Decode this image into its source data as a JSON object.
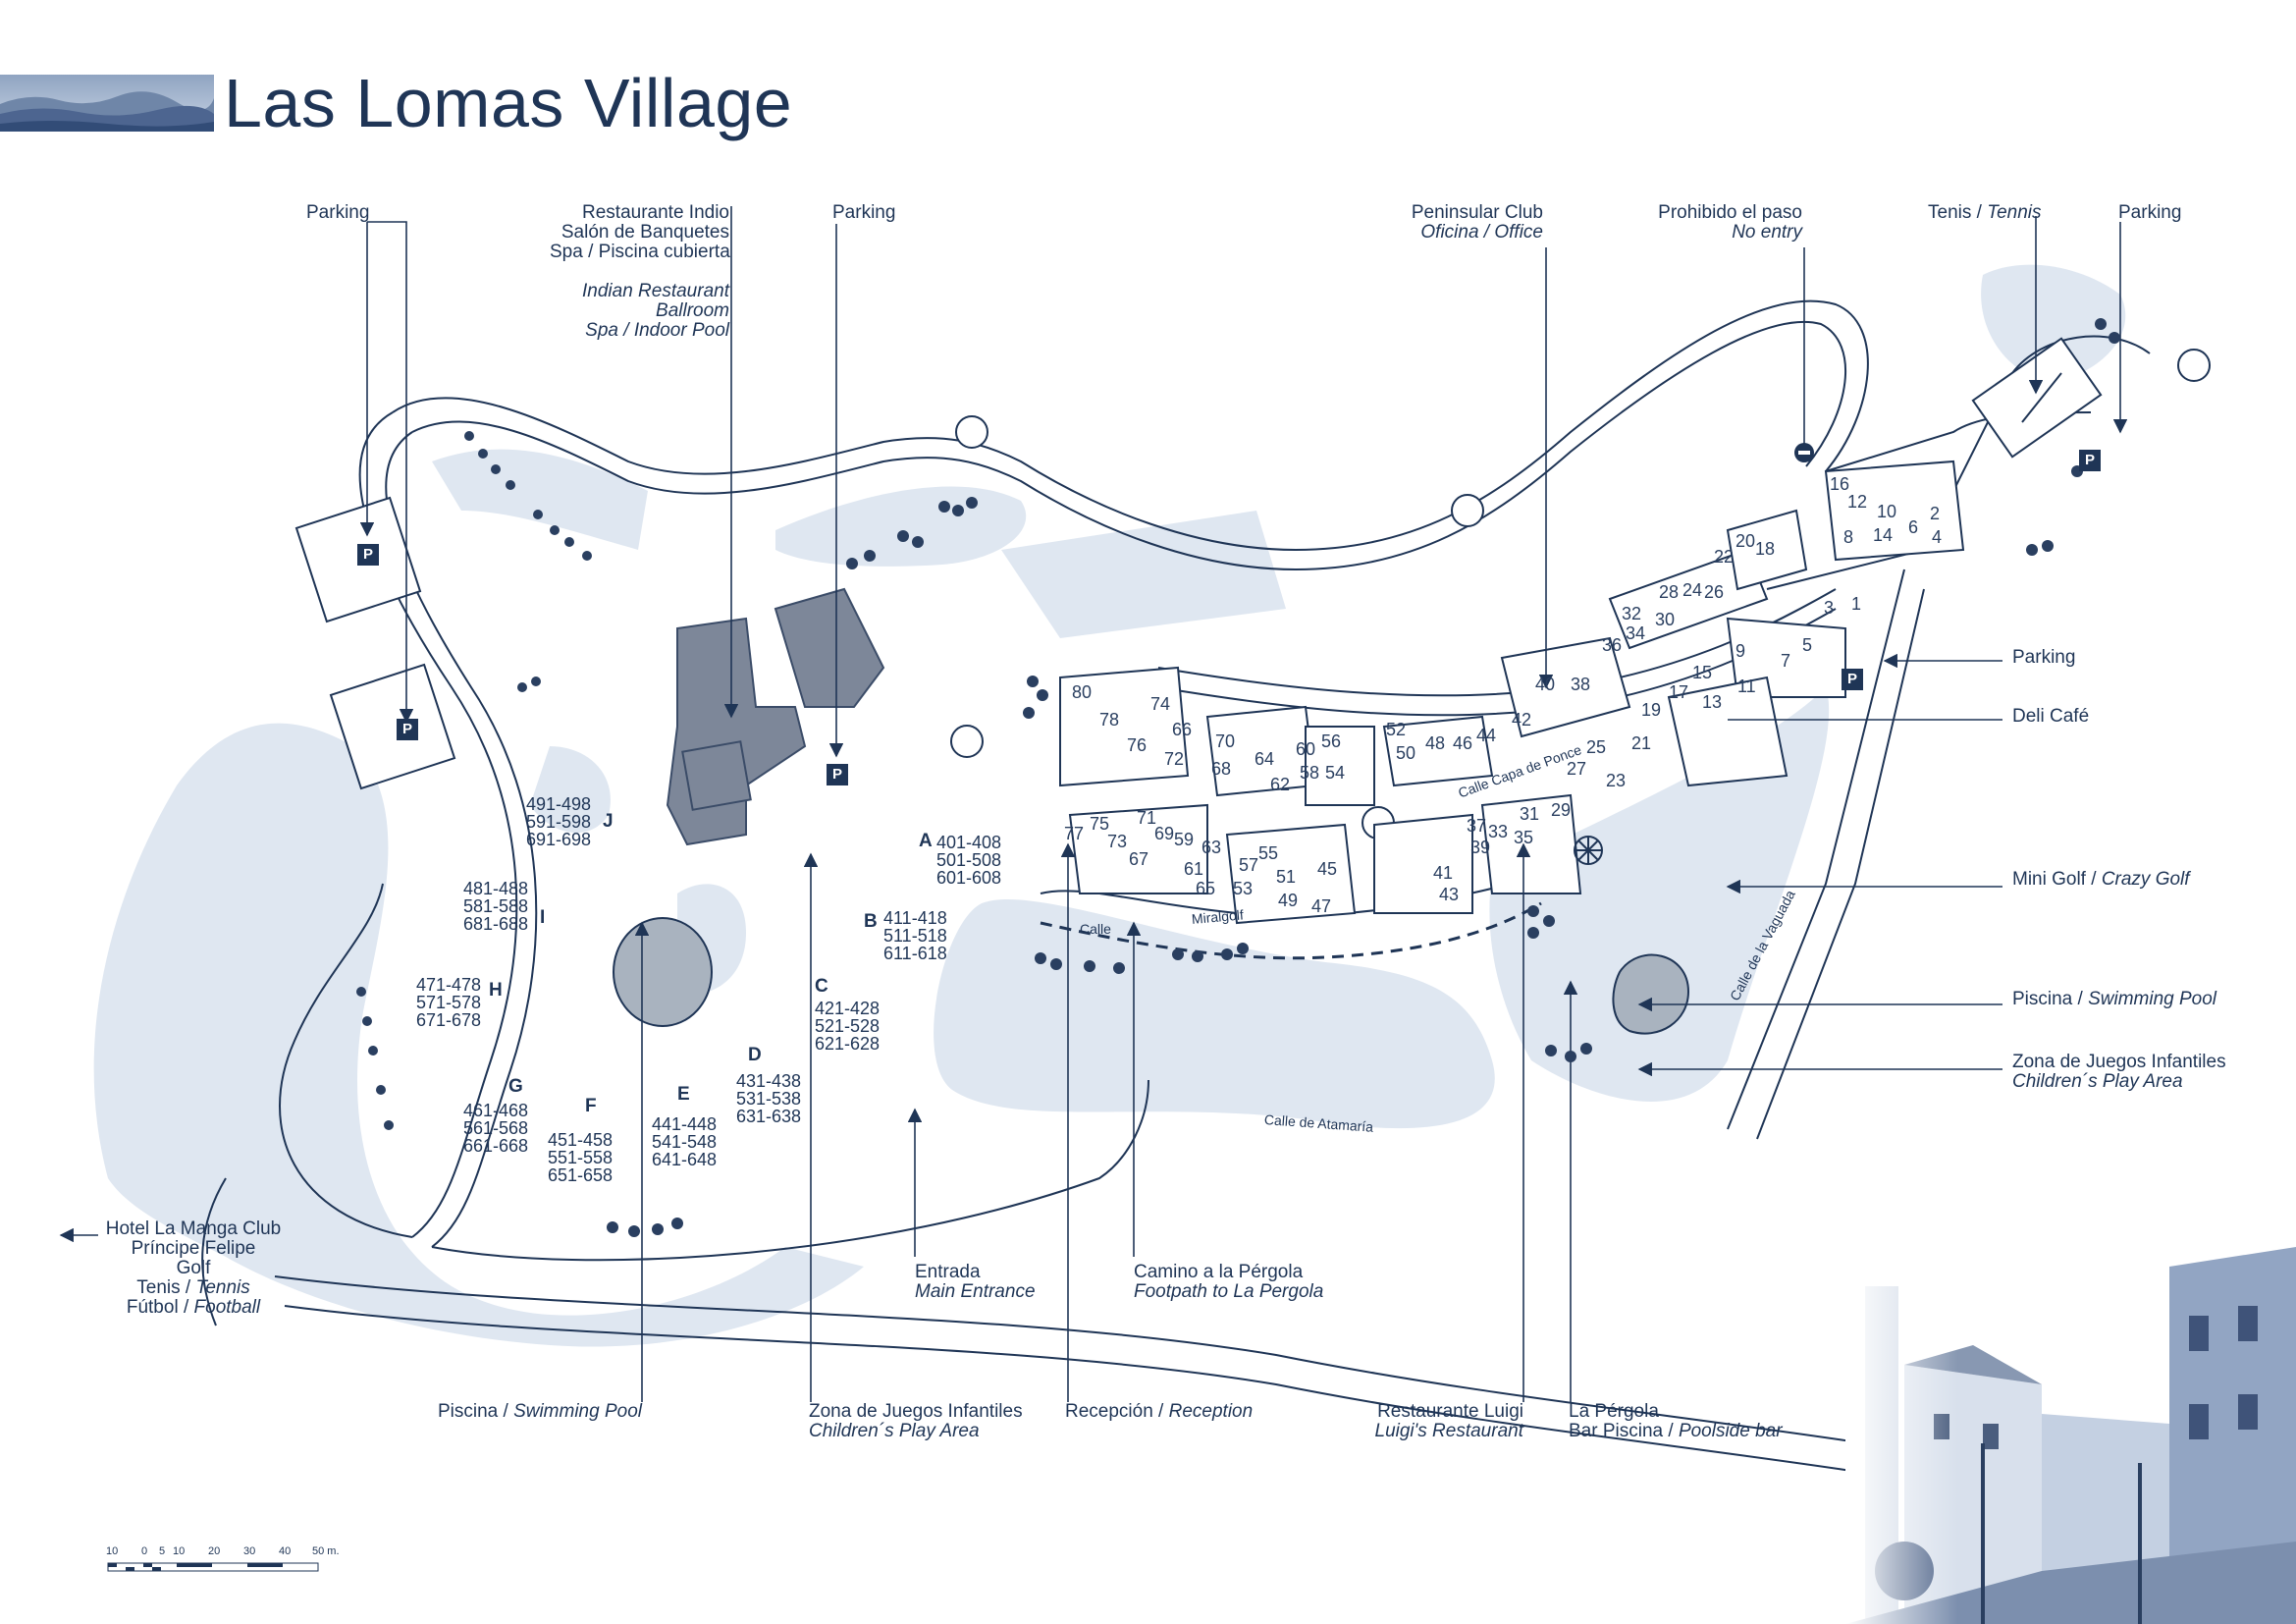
{
  "title": "Las Lomas Village",
  "labels": {
    "parking_left": "Parking",
    "restaurant_es": [
      "Restaurante Indio",
      "Salón de Banquetes",
      "Spa / Piscina cubierta"
    ],
    "restaurant_en": [
      "Indian Restaurant",
      "Ballroom",
      "Spa / Indoor Pool"
    ],
    "parking_mid": "Parking",
    "peninsular_es": "Peninsular Club",
    "peninsular_en": "Oficina / Office",
    "noentry_es": "Prohibido el paso",
    "noentry_en": "No entry",
    "tennis_es": "Tenis / ",
    "tennis_en": "Tennis",
    "parking_right": "Parking",
    "parking_east": "Parking",
    "deli": "Deli Café",
    "minigolf_es": "Mini Golf / ",
    "minigolf_en": "Crazy Golf",
    "pool_right_es": "Piscina / ",
    "pool_right_en": "Swimming Pool",
    "play_right_es": "Zona de Juegos Infantiles",
    "play_right_en": "Children´s Play Area",
    "hotel_lines": [
      "Hotel La Manga Club",
      "Príncipe Felipe",
      "Golf"
    ],
    "hotel_tennis_es": "Tenis / ",
    "hotel_tennis_en": "Tennis",
    "hotel_football_es": "Fútbol / ",
    "hotel_football_en": "Football",
    "entrance_es": "Entrada",
    "entrance_en": "Main Entrance",
    "footpath_es": "Camino a la Pérgola",
    "footpath_en": "Footpath to La Pergola",
    "pool_left_es": "Piscina / ",
    "pool_left_en": "Swimming Pool",
    "play_left_es": "Zona de Juegos Infantiles",
    "play_left_en": "Children´s Play Area",
    "reception_es": "Recepción / ",
    "reception_en": "Reception",
    "luigi_es": "Restaurante Luigi",
    "luigi_en": "Luigi's Restaurant",
    "pergola_es": "La Pérgola",
    "pergola_bar_es": "Bar Piscina / ",
    "pergola_bar_en": "Poolside bar"
  },
  "streets": {
    "capa_de_ponce": "Calle Capa de Ponce",
    "calle": "Calle",
    "miralgolf": "Miralgolf",
    "atamaria": "Calle de Atamaría",
    "vaguada": "Calle de la Vaguada"
  },
  "parking_symbol": "P",
  "buildings": {
    "A": [
      "401-408",
      "501-508",
      "601-608"
    ],
    "B": [
      "411-418",
      "511-518",
      "611-618"
    ],
    "C": [
      "421-428",
      "521-528",
      "621-628"
    ],
    "D": [
      "431-438",
      "531-538",
      "631-638"
    ],
    "E": [
      "441-448",
      "541-548",
      "641-648"
    ],
    "F": [
      "451-458",
      "551-558",
      "651-658"
    ],
    "G": [
      "461-468",
      "561-568",
      "661-668"
    ],
    "H": [
      "471-478",
      "571-578",
      "671-678"
    ],
    "I": [
      "481-488",
      "581-588",
      "681-688"
    ],
    "J": [
      "491-498",
      "591-598",
      "691-698"
    ]
  },
  "unit_numbers": [
    "80",
    "78",
    "74",
    "66",
    "76",
    "72",
    "70",
    "64",
    "68",
    "62",
    "60",
    "58",
    "56",
    "54",
    "52",
    "50",
    "48",
    "46",
    "44",
    "42",
    "40",
    "38",
    "36",
    "34",
    "32",
    "30",
    "28",
    "26",
    "24",
    "22",
    "20",
    "18",
    "16",
    "12",
    "10",
    "8",
    "14",
    "6",
    "4",
    "2",
    "3",
    "1",
    "9",
    "5",
    "7",
    "11",
    "13",
    "15",
    "17",
    "19",
    "21",
    "23",
    "25",
    "27",
    "29",
    "31",
    "33",
    "35",
    "37",
    "39",
    "41",
    "43",
    "45",
    "47",
    "49",
    "51",
    "53",
    "55",
    "57",
    "59",
    "61",
    "63",
    "65",
    "67",
    "69",
    "71",
    "73",
    "75",
    "77"
  ],
  "scale": {
    "ticks": [
      "10",
      "0",
      "5",
      "10",
      "20",
      "30",
      "40",
      "50 m."
    ]
  },
  "colors": {
    "ink": "#1f3556",
    "green_area": "#dfe7f1",
    "building_dark": "#7d8799",
    "pond": "#a9b3bf"
  }
}
